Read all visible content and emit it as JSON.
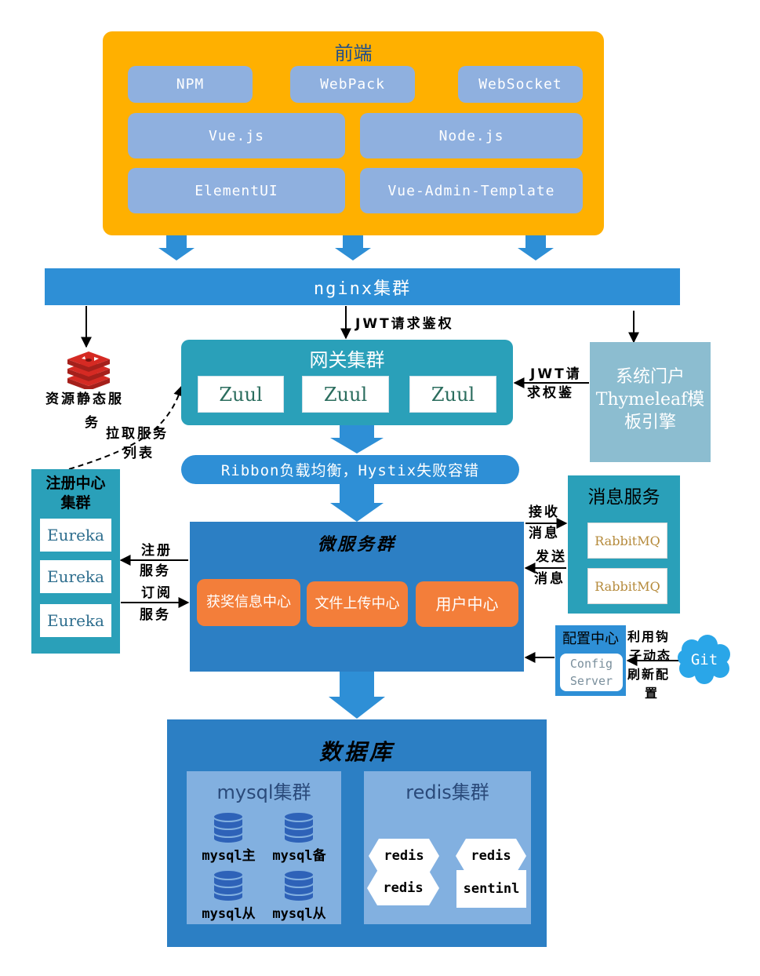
{
  "frontend": {
    "title": "前端",
    "items": [
      "NPM",
      "WebPack",
      "WebSocket",
      "Vue.js",
      "Node.js",
      "ElementUI",
      "Vue-Admin-Template"
    ]
  },
  "nginx": {
    "label": "nginx集群"
  },
  "edges": {
    "jwt_auth": "JWT请求鉴权",
    "jwt_auth_right_1": "JWT请",
    "jwt_auth_right_2": "求权鉴",
    "static_1": "资源静态服",
    "static_2": "务",
    "pull_1": "拉取服务",
    "pull_2": "列表",
    "register_1": "注册",
    "register_2": "服务",
    "subscribe_1": "订阅",
    "subscribe_2": "服务",
    "recv_1": "接收",
    "recv_2": "消息",
    "send_1": "发送",
    "send_2": "消息",
    "hook_1": "利用钩",
    "hook_2": "子动态",
    "hook_3": "刷新配",
    "hook_4": "置"
  },
  "gateway": {
    "title": "网关集群",
    "items": [
      "Zuul",
      "Zuul",
      "Zuul"
    ]
  },
  "portal": {
    "line1": "系统门户",
    "line2": "Thymeleaf模",
    "line3": "板引擎"
  },
  "ribbon": {
    "label": "Ribbon负载均衡，Hystix失败容错"
  },
  "registry": {
    "title_1": "注册中心",
    "title_2": "集群",
    "items": [
      "Eureka",
      "Eureka",
      "Eureka"
    ]
  },
  "microservices": {
    "title": "微服务群",
    "items": [
      "获奖信息中心",
      "文件上传中心",
      "用户中心"
    ]
  },
  "message": {
    "title": "消息服务",
    "items": [
      "RabbitMQ",
      "RabbitMQ"
    ]
  },
  "config": {
    "title": "配置中心",
    "line1": "Config",
    "line2": "Server"
  },
  "git": {
    "label": "Git"
  },
  "database": {
    "title": "数据库",
    "mysql": {
      "title": "mysql集群",
      "items": [
        "mysql主",
        "mysql备",
        "mysql从",
        "mysql从"
      ]
    },
    "redis": {
      "title": "redis集群",
      "items": [
        "redis",
        "redis",
        "redis",
        "sentinl"
      ]
    }
  },
  "colors": {
    "frontend": "#ffb000",
    "pill": "#8fb0df",
    "nginx": "#2e8fd6",
    "gateway": "#2aa0b9",
    "micro": "#2c7fc4",
    "orange": "#f37e3a",
    "redis_logo": "#d52a23"
  }
}
